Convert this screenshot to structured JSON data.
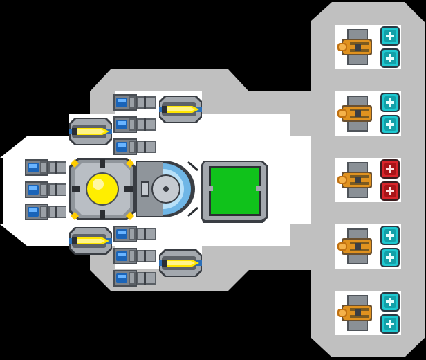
{
  "scene": {
    "title": "",
    "background": "#000000",
    "hull_white": "#ffffff",
    "hull_gray": "#c0c0c0",
    "accent_yellow": "#ffee00",
    "console_green": "#10c21b",
    "port_cyan": "#1ec8d0",
    "port_red": "#d8242a",
    "weapon_orange": "#e0921f",
    "thruster_blue": "#2a86d6"
  },
  "turret_bays": [
    {
      "name": "turret-bay-1",
      "ports": [
        "cyan",
        "cyan"
      ],
      "icon": "plus-icon"
    },
    {
      "name": "turret-bay-2",
      "ports": [
        "cyan",
        "cyan"
      ],
      "icon": "plus-icon"
    },
    {
      "name": "turret-bay-3",
      "ports": [
        "red",
        "red"
      ],
      "icon": "plus-icon"
    },
    {
      "name": "turret-bay-4",
      "ports": [
        "cyan",
        "cyan"
      ],
      "icon": "plus-icon"
    },
    {
      "name": "turret-bay-5",
      "ports": [
        "cyan",
        "cyan"
      ],
      "icon": "plus-icon"
    }
  ],
  "modules": {
    "reactor": {
      "icon": "reactor-core-icon"
    },
    "console": {
      "icon": "green-console-icon"
    },
    "shield_dome": {
      "icon": "shield-dome-icon"
    },
    "engines": {
      "icon": "thruster-icon"
    },
    "side_guns": {
      "icon": "yellow-gun-icon"
    }
  }
}
